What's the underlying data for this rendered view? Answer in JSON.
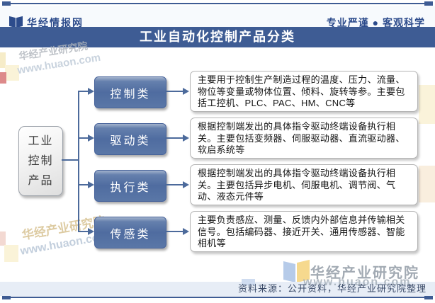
{
  "header": {
    "brand": "华经情报网",
    "tagline": "专业严谨 ● 客观科学"
  },
  "title": "工业自动化控制产品分类",
  "diagram": {
    "root": {
      "label": "工业控制产品",
      "lines": [
        "工业",
        "控制",
        "产品"
      ]
    },
    "branches": [
      {
        "label": "控制类",
        "desc": "主要用于控制生产制造过程的温度、压力、流量、物位等变量或物体位置、倾料、旋转等参。主要包括工控机、PLC、PAC、HM、CNC等"
      },
      {
        "label": "驱动类",
        "desc": "根据控制端发出的具体指令驱动终端设备执行相关。主要包括变频器、伺服驱动器、直流驱动器、软启系统等"
      },
      {
        "label": "执行类",
        "desc": "根据控制端发出的具体指令驱动终端设备执行相关。主要包括异步电机、伺服电机、调节阀、气动、液态元件等"
      },
      {
        "label": "传感类",
        "desc": "主要负责感应、测量、反馈内外部信息并传输相关信号。包括编码器、接近开关、通用传感器、智能相机等"
      }
    ]
  },
  "watermarks": {
    "org": "华经产业研究院",
    "url": "www.huaon.com"
  },
  "footer": {
    "logo_text": "华经产业研究院",
    "logo_url": "www.huaon.com",
    "source": "资料来源：公开资料，华经产业研究院整理"
  },
  "colors": {
    "accent": "#3e5c94",
    "node_blue": "#4f6ca0",
    "line": "#4c6a9b",
    "strip": "#e7edf6"
  }
}
